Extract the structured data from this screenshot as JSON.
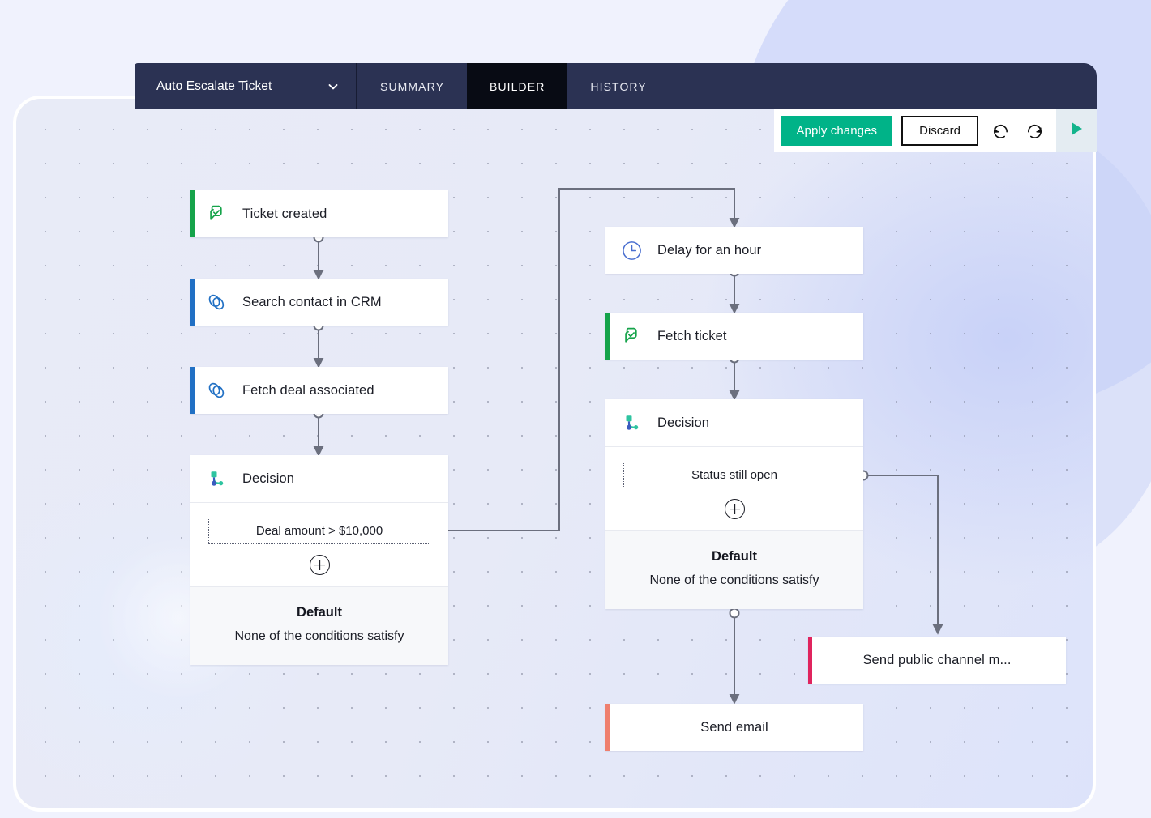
{
  "header": {
    "workflow_name": "Auto Escalate Ticket",
    "dropdown_icon": "chevron-down-icon",
    "tabs": [
      {
        "label": "SUMMARY",
        "active": false
      },
      {
        "label": "BUILDER",
        "active": true
      },
      {
        "label": "HISTORY",
        "active": false
      }
    ]
  },
  "toolbar": {
    "apply_label": "Apply changes",
    "discard_label": "Discard",
    "undo_icon": "undo-icon",
    "redo_icon": "redo-icon",
    "play_icon": "play-icon",
    "accent_color": "#00b388"
  },
  "canvas": {
    "grid": "dotted",
    "nodes": [
      {
        "id": "ticket-created",
        "title": "Ticket created",
        "icon": "ticket-created-icon",
        "stripe_color": "#15a34a",
        "type": "trigger"
      },
      {
        "id": "search-contact-crm",
        "title": "Search contact in CRM",
        "icon": "link-chain-icon",
        "stripe_color": "#2170c4",
        "type": "action"
      },
      {
        "id": "fetch-deal-associated",
        "title": "Fetch deal associated",
        "icon": "link-chain-icon",
        "stripe_color": "#2170c4",
        "type": "action"
      },
      {
        "id": "decision-left",
        "title": "Decision",
        "icon": "decision-branch-icon",
        "stripe_color": "",
        "type": "decision",
        "condition": "Deal amount > $10,000",
        "add_label": "add-condition",
        "default_title": "Default",
        "default_subtitle": "None of the conditions satisfy"
      },
      {
        "id": "delay-for-an-hour",
        "title": "Delay for an hour",
        "icon": "clock-icon",
        "stripe_color": "",
        "type": "delay"
      },
      {
        "id": "fetch-ticket",
        "title": "Fetch ticket",
        "icon": "ticket-created-icon",
        "stripe_color": "#15a34a",
        "type": "action"
      },
      {
        "id": "decision-right",
        "title": "Decision",
        "icon": "decision-branch-icon",
        "stripe_color": "",
        "type": "decision",
        "condition": "Status still open",
        "add_label": "add-condition",
        "default_title": "Default",
        "default_subtitle": "None of the conditions satisfy"
      },
      {
        "id": "send-public-channel",
        "title": "Send public channel m...",
        "icon": "",
        "stripe_color": "#e0245e",
        "type": "action"
      },
      {
        "id": "send-email",
        "title": "Send email",
        "icon": "",
        "stripe_color": "#ef7f6e",
        "type": "action"
      }
    ]
  }
}
